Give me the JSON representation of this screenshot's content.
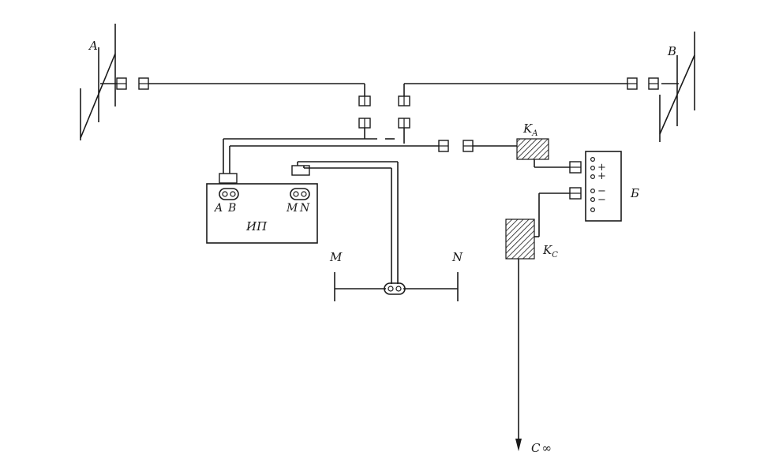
{
  "labels": {
    "electrode_a": "A",
    "electrode_b": "B",
    "coil_a": "K",
    "coil_a_sub": "A",
    "battery": "Б",
    "coil_c": "K",
    "coil_c_sub": "C",
    "instrument": "ИП",
    "term_a": "A",
    "term_b": "B",
    "term_m": "M",
    "term_n": "N",
    "electrode_m": "M",
    "electrode_n": "N",
    "battery_plus_1": "+",
    "battery_plus_2": "+",
    "battery_minus_1": "−",
    "battery_minus_2": "−",
    "c_infinity": "C",
    "c_infinity_sub": "∞"
  },
  "colors": {
    "ink": "#1a1a1a",
    "paper": "#ffffff"
  }
}
